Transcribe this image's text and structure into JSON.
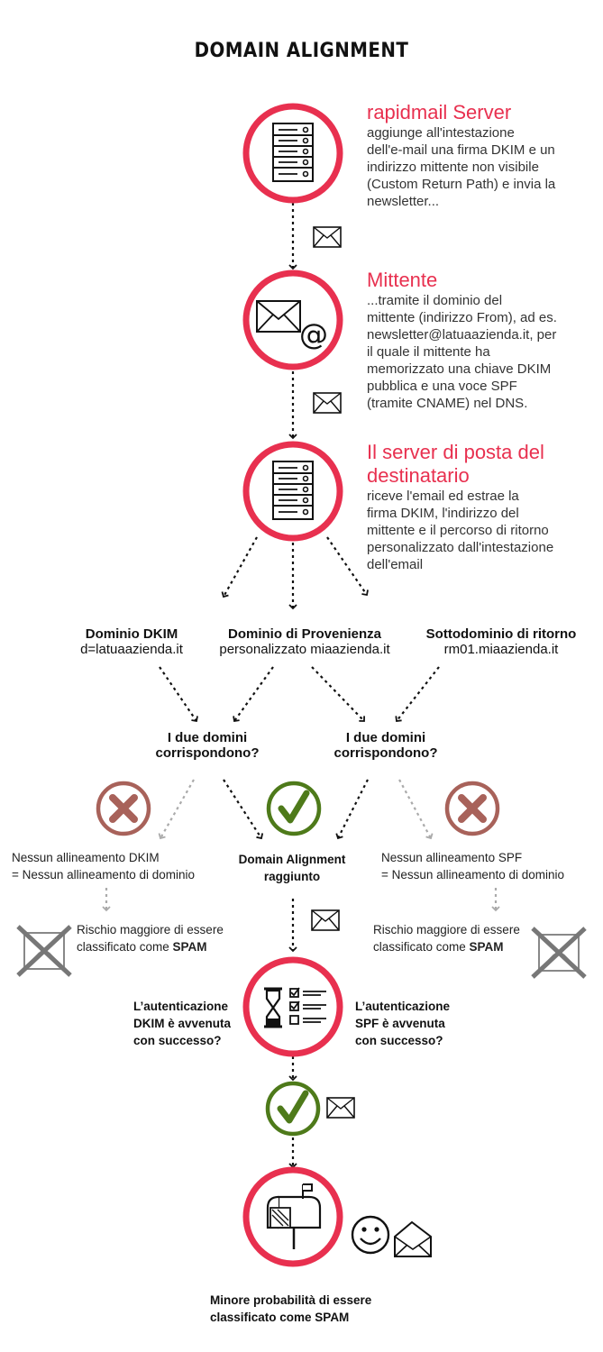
{
  "title": "DOMAIN ALIGNMENT",
  "steps": {
    "server": {
      "heading": "rapidmail Server",
      "lines": [
        "aggiunge all'intestazione",
        "dell'e-mail una firma DKIM e un",
        "indirizzo mittente non visibile",
        "(Custom Return Path) e invia la",
        "newsletter..."
      ]
    },
    "sender": {
      "heading": "Mittente",
      "lines": [
        "...tramite il dominio del",
        "mittente (indirizzo From), ad es.",
        "newsletter@latuaazienda.it, per",
        "il quale il mittente ha",
        "memorizzato una chiave DKIM",
        "pubblica e una voce SPF",
        "(tramite CNAME) nel DNS."
      ]
    },
    "receiver": {
      "heading_lines": [
        "Il server di posta del",
        "destinatario"
      ],
      "lines": [
        "riceve l'email ed estrae la",
        "firma DKIM, l'indirizzo del",
        "mittente e il percorso di ritorno",
        "personalizzato dall'intestazione",
        "dell'email"
      ]
    }
  },
  "domains": {
    "dkim": {
      "label": "Dominio DKIM",
      "value": "d=latuaazienda.it"
    },
    "from": {
      "label": "Dominio di Provenienza",
      "value": "personalizzato miaazienda.it"
    },
    "return": {
      "label": "Sottodominio di ritorno",
      "value": "rm01.miaazienda.it"
    }
  },
  "questions": {
    "left": [
      "I due domini",
      "corrispondono?"
    ],
    "right": [
      "I due domini",
      "corrispondono?"
    ]
  },
  "outcomes": {
    "no_dkim": [
      "Nessun allineamento DKIM",
      "= Nessun allineamento di dominio"
    ],
    "no_spf": [
      "Nessun allineamento SPF",
      "= Nessun allineamento di dominio"
    ],
    "aligned": [
      "Domain Alignment",
      "raggiunto"
    ],
    "risk_left": {
      "line1": "Rischio maggiore di essere",
      "line2_pre": "classificato come ",
      "line2_bold": "SPAM"
    },
    "risk_right": {
      "line1": "Rischio maggiore di essere",
      "line2_pre": "classificato come ",
      "line2_bold": "SPAM"
    }
  },
  "auth": {
    "dkim": [
      "L’autenticazione",
      "DKIM è avvenuta",
      "con successo?"
    ],
    "spf": [
      "L’autenticazione",
      "SPF è avvenuta",
      "con successo?"
    ]
  },
  "final": [
    "Minore probabilità di essere",
    "classificato come SPAM"
  ],
  "icons": {
    "server1": "server-rack-icon",
    "sender": "envelope-at-icon",
    "server2": "server-rack-icon",
    "cross": "cross-icon",
    "check": "checkmark-icon",
    "checklist": "hourglass-checklist-icon",
    "mailbox": "mailbox-icon",
    "smiley": "smiley-icon",
    "mail": "envelope-icon",
    "spam": "crossed-envelope-icon"
  },
  "colors": {
    "accent": "#e8304f",
    "green": "#4e7a1a",
    "cross": "#a8625a",
    "arrow": "#111111",
    "arrow_grey": "#aaaaaa"
  }
}
